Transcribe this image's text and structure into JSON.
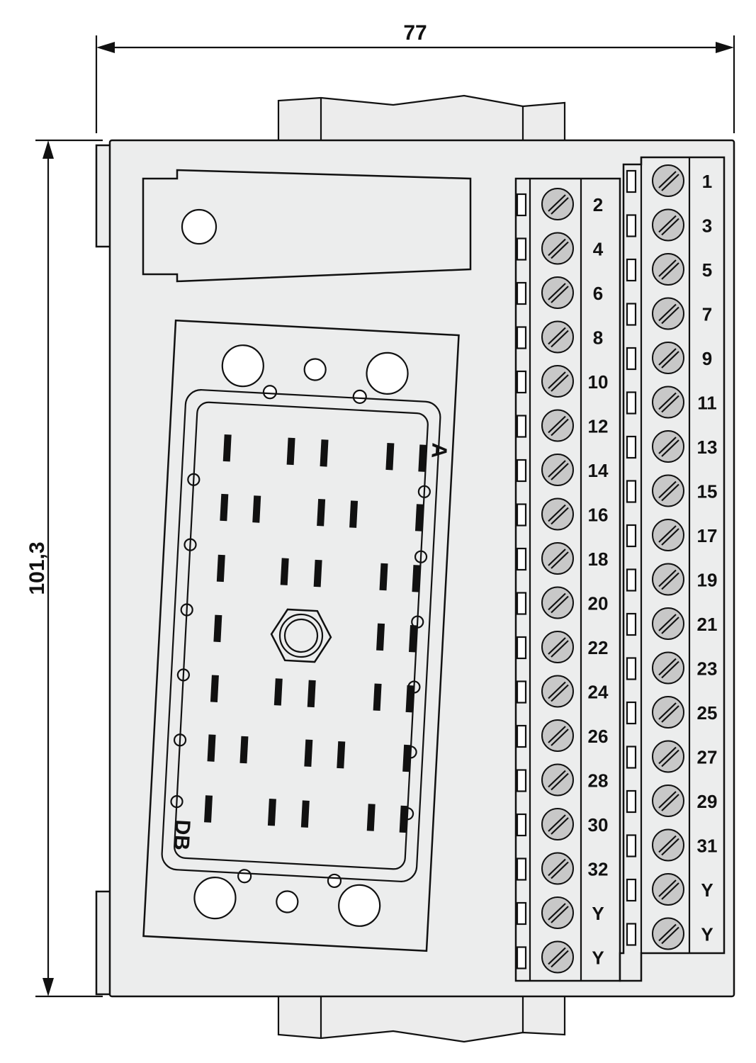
{
  "dimensions": {
    "width_label": "77",
    "height_label": "101,3"
  },
  "connector": {
    "label_a": "A",
    "label_db": "DB"
  },
  "terminals": {
    "left_row": [
      "2",
      "4",
      "6",
      "8",
      "10",
      "12",
      "14",
      "16",
      "18",
      "20",
      "22",
      "24",
      "26",
      "28",
      "30",
      "32",
      "Y",
      "Y"
    ],
    "right_row": [
      "1",
      "3",
      "5",
      "7",
      "9",
      "11",
      "13",
      "15",
      "17",
      "19",
      "21",
      "23",
      "25",
      "27",
      "29",
      "31",
      "Y",
      "Y"
    ]
  },
  "colors": {
    "body_fill": "#eceded",
    "screw_fill": "#c8c8c8",
    "line": "#111111"
  }
}
